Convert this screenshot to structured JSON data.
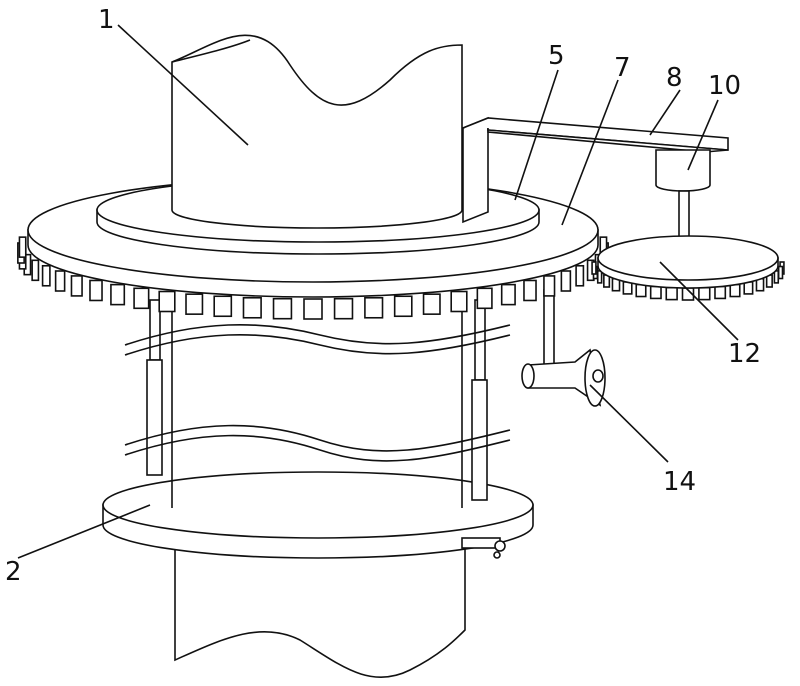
{
  "figure": {
    "labels": {
      "l1": "1",
      "l2": "2",
      "l5": "5",
      "l7": "7",
      "l8": "8",
      "l10": "10",
      "l12": "12",
      "l14": "14"
    },
    "big_gear_teeth": 60,
    "small_gear_teeth": 36,
    "stroke_color": "#111111"
  }
}
